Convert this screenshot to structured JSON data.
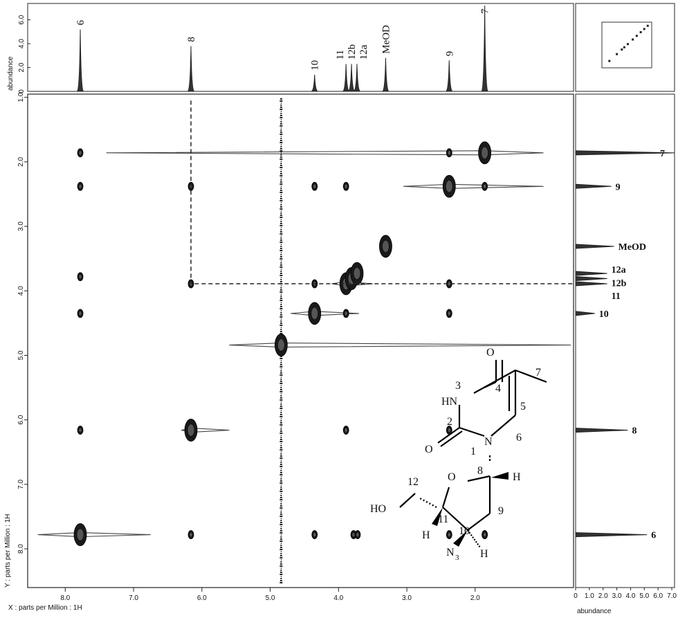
{
  "chart_data": {
    "type": "scatter",
    "subtype": "2D NMR COSY contour plot",
    "xlabel": "X : parts per Million : 1H",
    "ylabel": "Y : parts per Million : 1H",
    "top_ylabel": "abundance",
    "side_xlabel": "abundance",
    "xlim": [
      8.55,
      0.56
    ],
    "ylim": [
      0.95,
      8.6
    ],
    "x_ticks": [
      "8.0",
      "7.0",
      "6.0",
      "5.0",
      "4.0",
      "3.0",
      "2.0"
    ],
    "y_ticks": [
      "1.0",
      "2.0",
      "3.0",
      "4.0",
      "5.0",
      "6.0",
      "7.0",
      "8.0"
    ],
    "top_abundance_ticks": [
      "0",
      "2.0",
      "4.0",
      "6.0"
    ],
    "side_abundance_ticks": [
      "0",
      "1.0",
      "2.0",
      "3.0",
      "4.0",
      "5.0",
      "6.0",
      "7.0"
    ],
    "grid": false,
    "peaks": [
      {
        "label": "6",
        "ppm": 7.78,
        "height": 5.2
      },
      {
        "label": "8",
        "ppm": 6.16,
        "height": 3.8
      },
      {
        "label": "10",
        "ppm": 4.35,
        "height": 1.4
      },
      {
        "label": "11",
        "ppm": 3.89,
        "height": 2.3
      },
      {
        "label": "12b",
        "ppm": 3.81,
        "height": 2.3
      },
      {
        "label": "12a",
        "ppm": 3.73,
        "height": 2.3
      },
      {
        "label": "MeOD",
        "ppm": 3.31,
        "height": 2.8
      },
      {
        "label": "9",
        "ppm": 2.38,
        "height": 2.6
      },
      {
        "label": "7",
        "ppm": 1.86,
        "height": 7.2
      }
    ],
    "solvent_line_ppm": 4.84,
    "diagonal_peaks": [
      {
        "x": 7.78,
        "y": 7.78
      },
      {
        "x": 6.16,
        "y": 6.16
      },
      {
        "x": 4.84,
        "y": 4.84
      },
      {
        "x": 4.35,
        "y": 4.35
      },
      {
        "x": 3.89,
        "y": 3.89
      },
      {
        "x": 3.81,
        "y": 3.81
      },
      {
        "x": 3.73,
        "y": 3.73
      },
      {
        "x": 3.31,
        "y": 3.31
      },
      {
        "x": 2.38,
        "y": 2.38
      },
      {
        "x": 1.86,
        "y": 1.86
      }
    ],
    "cross_peaks": [
      {
        "x": 7.78,
        "y": 1.86
      },
      {
        "x": 1.86,
        "y": 7.78
      },
      {
        "x": 7.78,
        "y": 2.38
      },
      {
        "x": 2.38,
        "y": 7.78
      },
      {
        "x": 7.78,
        "y": 3.78
      },
      {
        "x": 7.78,
        "y": 4.35
      },
      {
        "x": 7.78,
        "y": 6.16
      },
      {
        "x": 6.16,
        "y": 7.78
      },
      {
        "x": 6.16,
        "y": 2.38
      },
      {
        "x": 2.38,
        "y": 6.16
      },
      {
        "x": 6.16,
        "y": 3.89
      },
      {
        "x": 3.89,
        "y": 6.16
      },
      {
        "x": 4.35,
        "y": 2.38
      },
      {
        "x": 2.38,
        "y": 4.35
      },
      {
        "x": 4.35,
        "y": 3.89
      },
      {
        "x": 3.89,
        "y": 4.35
      },
      {
        "x": 4.35,
        "y": 7.78
      },
      {
        "x": 3.89,
        "y": 2.38
      },
      {
        "x": 3.78,
        "y": 7.78
      },
      {
        "x": 3.72,
        "y": 7.78
      },
      {
        "x": 2.38,
        "y": 3.89
      },
      {
        "x": 2.38,
        "y": 1.86
      },
      {
        "x": 1.86,
        "y": 2.38
      },
      {
        "x": 1.86,
        "y": 7.78
      }
    ],
    "dashed_guide": {
      "x": 6.16,
      "y": 3.89
    },
    "inset": {
      "points": [
        0.15,
        0.3,
        0.4,
        0.45,
        0.52,
        0.62,
        0.7,
        0.78,
        0.85,
        0.92
      ]
    }
  },
  "molecule": {
    "atoms": {
      "o4": "O",
      "c4": "4",
      "c7": "7",
      "n3": "3",
      "hn": "HN",
      "c5": "5",
      "c2": "2",
      "o2": "O",
      "n1": "N",
      "one": "1",
      "c6": "6",
      "c8": "8",
      "o_ring": "O",
      "h8": "H",
      "c12": "12",
      "ho": "HO",
      "c11": "11",
      "c9": "9",
      "h11": "H",
      "c10": "10",
      "n3_label": "N",
      "n3_sub": "3",
      "h10": "H"
    }
  }
}
